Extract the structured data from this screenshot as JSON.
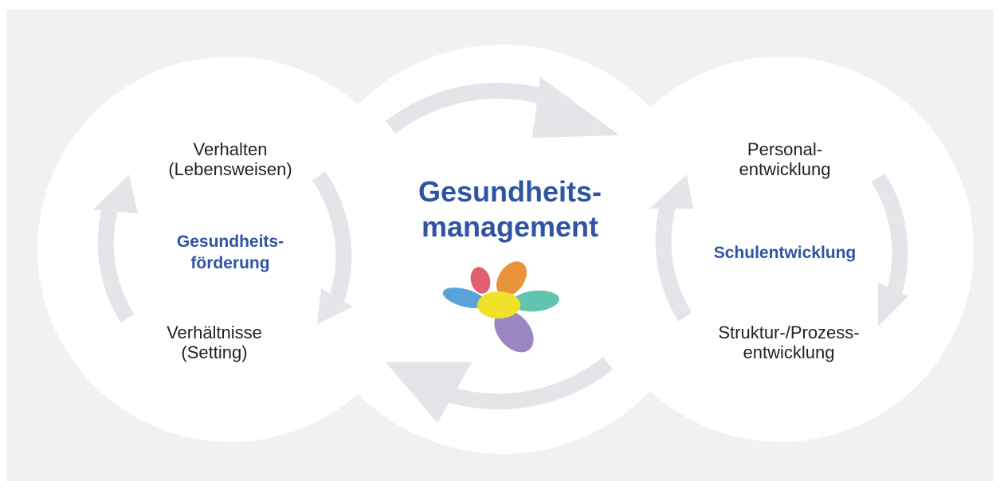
{
  "colors": {
    "background": "#ffffff",
    "panel": "#f0f1f3",
    "circle": "#ffffff",
    "arrow": "#e4e5e8",
    "heading": "#2f54a4",
    "text": "#222222"
  },
  "left_circle": {
    "top_text": "Verhalten\n(Lebensweisen)",
    "center_text": "Gesundheits-\nförderung",
    "bottom_text": "Verhältnisse\n(Setting)"
  },
  "center_circle": {
    "title": "Gesundheits-\nmanagement",
    "logo": {
      "icon": "flower-logo-icon",
      "petal_colors": [
        "#e0606e",
        "#e8923a",
        "#5aa3d8",
        "#62c4ae",
        "#9b86c2"
      ],
      "center_color": "#f2e12a"
    }
  },
  "right_circle": {
    "top_text": "Personal-\nentwicklung",
    "center_text": "Schulentwicklung",
    "bottom_text": "Struktur-/Prozess-\nentwicklung"
  }
}
